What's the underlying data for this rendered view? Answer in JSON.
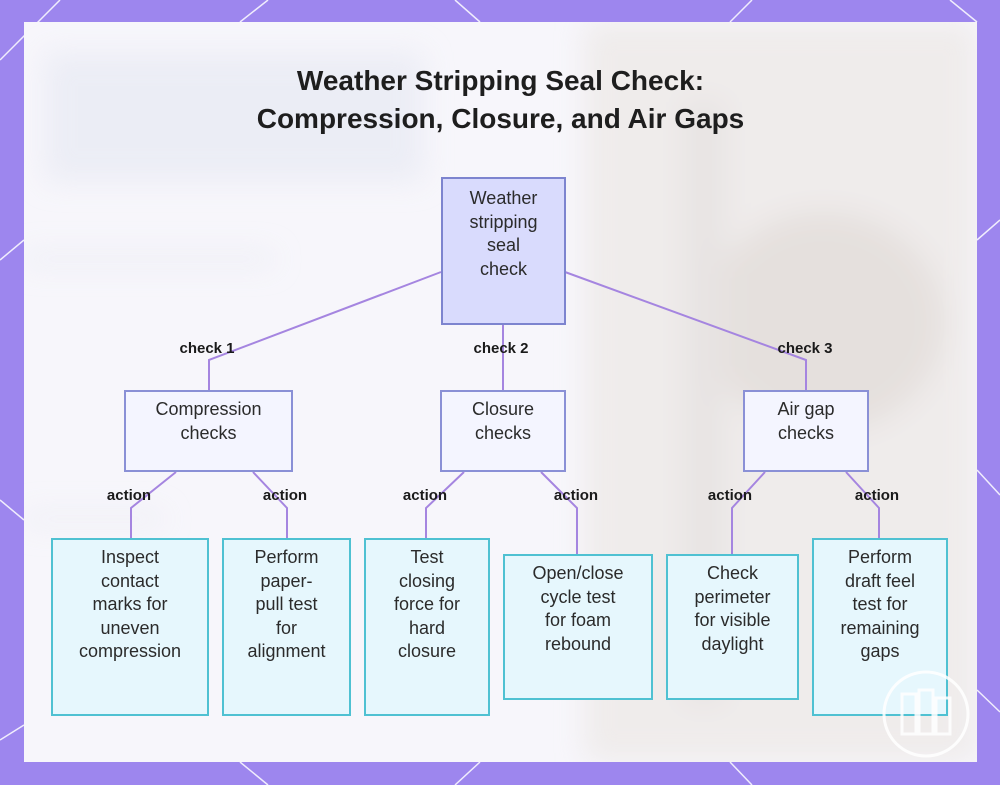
{
  "title": {
    "line1": "Weather Stripping Seal Check:",
    "line2": "Compression, Closure, and Air Gaps"
  },
  "root": {
    "lines": [
      "Weather",
      "stripping",
      "seal",
      "check"
    ]
  },
  "categories": [
    {
      "lines": [
        "Compression",
        "checks"
      ],
      "edge_label": "check 1"
    },
    {
      "lines": [
        "Closure",
        "checks"
      ],
      "edge_label": "check 2"
    },
    {
      "lines": [
        "Air gap",
        "checks"
      ],
      "edge_label": "check 3"
    }
  ],
  "actions": [
    {
      "lines": [
        "Inspect",
        "contact",
        "marks for",
        "uneven",
        "compression"
      ],
      "edge_label": "action"
    },
    {
      "lines": [
        "Perform",
        "paper-",
        "pull test",
        "for",
        "alignment"
      ],
      "edge_label": "action"
    },
    {
      "lines": [
        "Test",
        "closing",
        "force for",
        "hard",
        "closure"
      ],
      "edge_label": "action"
    },
    {
      "lines": [
        "Open/close",
        "cycle test",
        "for foam",
        "rebound"
      ],
      "edge_label": "action"
    },
    {
      "lines": [
        "Check",
        "perimeter",
        "for visible",
        "daylight"
      ],
      "edge_label": "action"
    },
    {
      "lines": [
        "Perform",
        "draft feel",
        "test for",
        "remaining",
        "gaps"
      ],
      "edge_label": "action"
    }
  ],
  "colors": {
    "frame": "#9d86ee",
    "root_fill": "#d9dbfd",
    "category_fill": "#f4f5ff",
    "action_fill": "#e6f7fd",
    "action_border": "#4fc1d2",
    "edge": "#a585e0"
  }
}
